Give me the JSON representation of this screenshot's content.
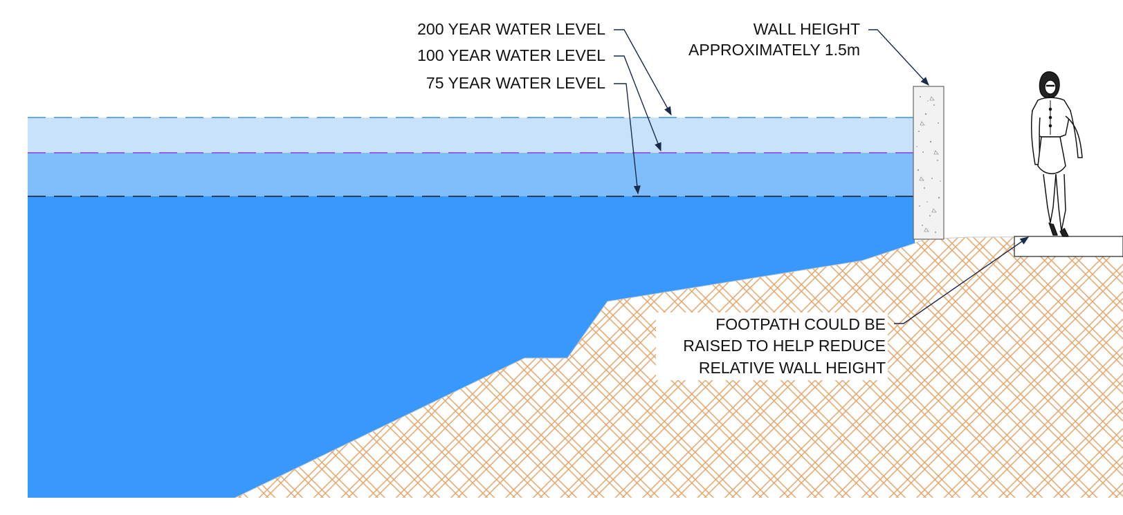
{
  "annotations": {
    "level_200": "200 YEAR WATER LEVEL",
    "level_100": "100 YEAR WATER LEVEL",
    "level_75": "75 YEAR WATER LEVEL",
    "wall_line1": "WALL HEIGHT",
    "wall_line2": "APPROXIMATELY 1.5m",
    "footpath_line1": "FOOTPATH COULD BE",
    "footpath_line2": "RAISED TO HELP REDUCE",
    "footpath_line3": "RELATIVE WALL HEIGHT"
  },
  "colors": {
    "water_200": "#c9e2fb",
    "water_100": "#7fbdfb",
    "water_75": "#3898fb",
    "line_200": "#3a8ee8",
    "line_100": "#8a3ae8",
    "line_75": "#1a1a2a",
    "hatch": "#e2a56a",
    "wall_fill": "#f2f2f2",
    "ink": "#111111"
  },
  "icons": {
    "person": "standing-woman-icon",
    "concrete_texture": "concrete-stipple"
  }
}
